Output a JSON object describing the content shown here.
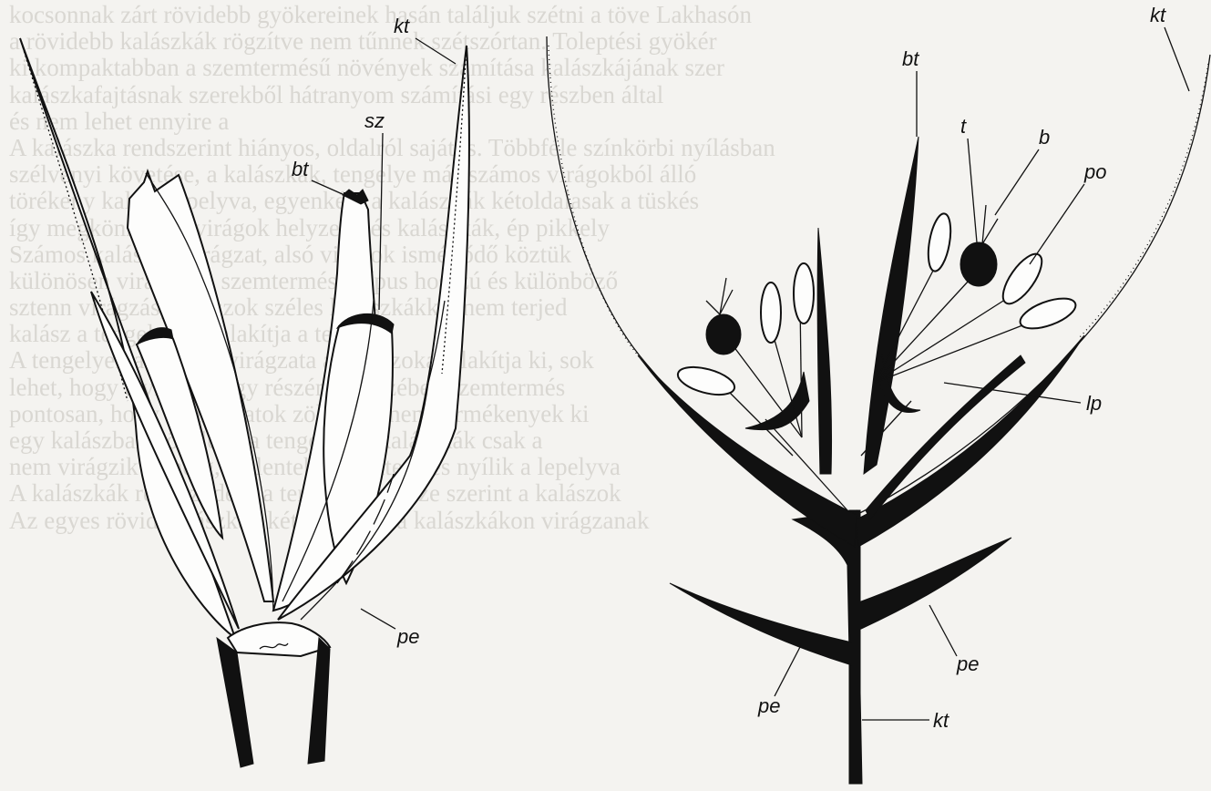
{
  "background_text": [
    "kocsonnak zárt rövidebb gyökereinek hasán találjuk szétni a töve Lakhasón",
    "a rövidebb kalászkák rögzítve nem tűnnek szétszórtan. Toleptési gyökér",
    "ki kompaktabban a szemtermésű növények számítása kalászkájának szer",
    "kalászkafajtásnak szerekből hátranyom számítási egy részben által",
    "és nem lehet ennyire a",
    "A kalászka rendszerint hiányos, oldalról sajátos. Többféle színkörbi nyílásban",
    "szélvényi követése, a kalászkák, tengelye más számos virágokból álló",
    "törékeny kalászkapelyva, egyenként a kalászkák kétoldalasak a tüskés",
    "így megkönnyíti a virágok helyzetét és kalászkák, ép pikkely",
    "Számos kalászka virágzat, alsó virágok ismétlődő köztük",
    "különösen virágok, a szemtermés a típus hosszú és különböző",
    "sztenn virágzás, kalászok széles kalászkákkal nem terjed",
    "kalász a tengelyeken alakítja a termést.",
    "A tengelyek a fűfélék virágzata a kalászokat alakítja ki, sok",
    "lehet, hogy a virágok egy részének részében szemtermés",
    "pontosan, hogy a virágzatok zöld ágai nem termékenyek ki",
    "egy kalászban közelebb a tengelyhez kalászkák csak a",
    "nem virágzik mindig, ha lentebb szemtermés nyílik a lepelyva",
    "A kalászkák rendeződése a termékeny része szerint a kalászok",
    "Az egyes rövid kalászkák kétoldalasan a kalászkákon virágzanak"
  ],
  "labels": {
    "left_kt": "kt",
    "left_sz": "sz",
    "left_bt": "bt",
    "left_pe": "pe",
    "right_kt_top": "kt",
    "right_bt": "bt",
    "right_t": "t",
    "right_b": "b",
    "right_po": "po",
    "right_lp": "lp",
    "right_pe_mid": "pe",
    "right_pe_low": "pe",
    "right_kt_bottom": "kt"
  },
  "colors": {
    "ink": "#111111",
    "paper": "#f4f3f0",
    "ghost_text": "#d9d7d2"
  }
}
